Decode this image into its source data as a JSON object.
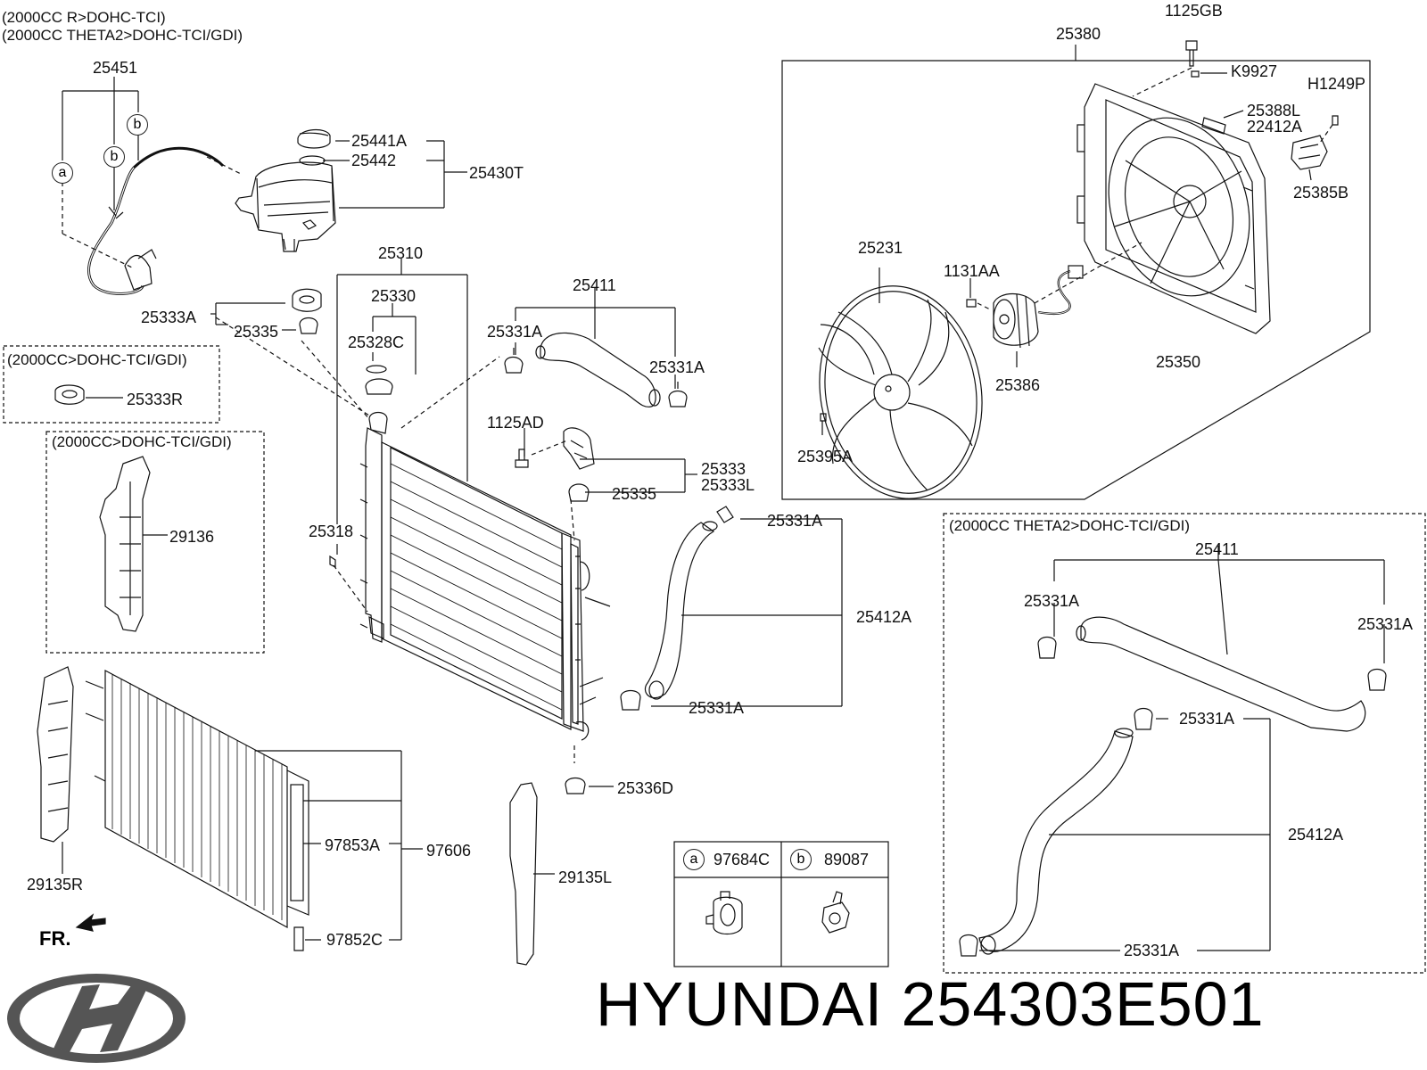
{
  "notes": {
    "top_1": "(2000CC R>DOHC-TCI)",
    "top_2": "(2000CC THETA2>DOHC-TCI/GDI)",
    "box_left_1": "(2000CC>DOHC-TCI/GDI)",
    "box_left_2": "(2000CC>DOHC-TCI/GDI)",
    "box_right": "(2000CC THETA2>DOHC-TCI/GDI)"
  },
  "parts": {
    "p25451": "25451",
    "p25441A": "25441A",
    "p25442": "25442",
    "p25430T": "25430T",
    "p25310": "25310",
    "p25330": "25330",
    "p25328C": "25328C",
    "p25333A": "25333A",
    "p25335_a": "25335",
    "p25333R": "25333R",
    "p29136": "29136",
    "p25318": "25318",
    "p25411_a": "25411",
    "p25331A_1": "25331A",
    "p25331A_2": "25331A",
    "p1125AD": "1125AD",
    "p25333": "25333",
    "p25333L": "25333L",
    "p25335_b": "25335",
    "p25331A_3": "25331A",
    "p25412A_a": "25412A",
    "p25331A_4": "25331A",
    "p25336D": "25336D",
    "p29135R": "29135R",
    "p97853A": "97853A",
    "p97606": "97606",
    "p97852C": "97852C",
    "p29135L": "29135L",
    "p1125GB": "1125GB",
    "p25380": "25380",
    "pK9927": "K9927",
    "pH1249P": "H1249P",
    "p25388L": "25388L",
    "p22412A": "22412A",
    "p25385B": "25385B",
    "p25231": "25231",
    "p1131AA": "1131AA",
    "p25386": "25386",
    "p25350": "25350",
    "p25395A": "25395A",
    "p25411_b": "25411",
    "p25331A_5": "25331A",
    "p25331A_6": "25331A",
    "p25331A_7": "25331A",
    "p25412A_b": "25412A",
    "p25331A_8": "25331A"
  },
  "legend": {
    "a_letter": "a",
    "a_part": "97684C",
    "b_letter": "b",
    "b_part": "89087"
  },
  "callouts": {
    "a": "a",
    "b": "b"
  },
  "direction": "FR.",
  "brand": {
    "text": "HYUNDAI 254303E501"
  }
}
